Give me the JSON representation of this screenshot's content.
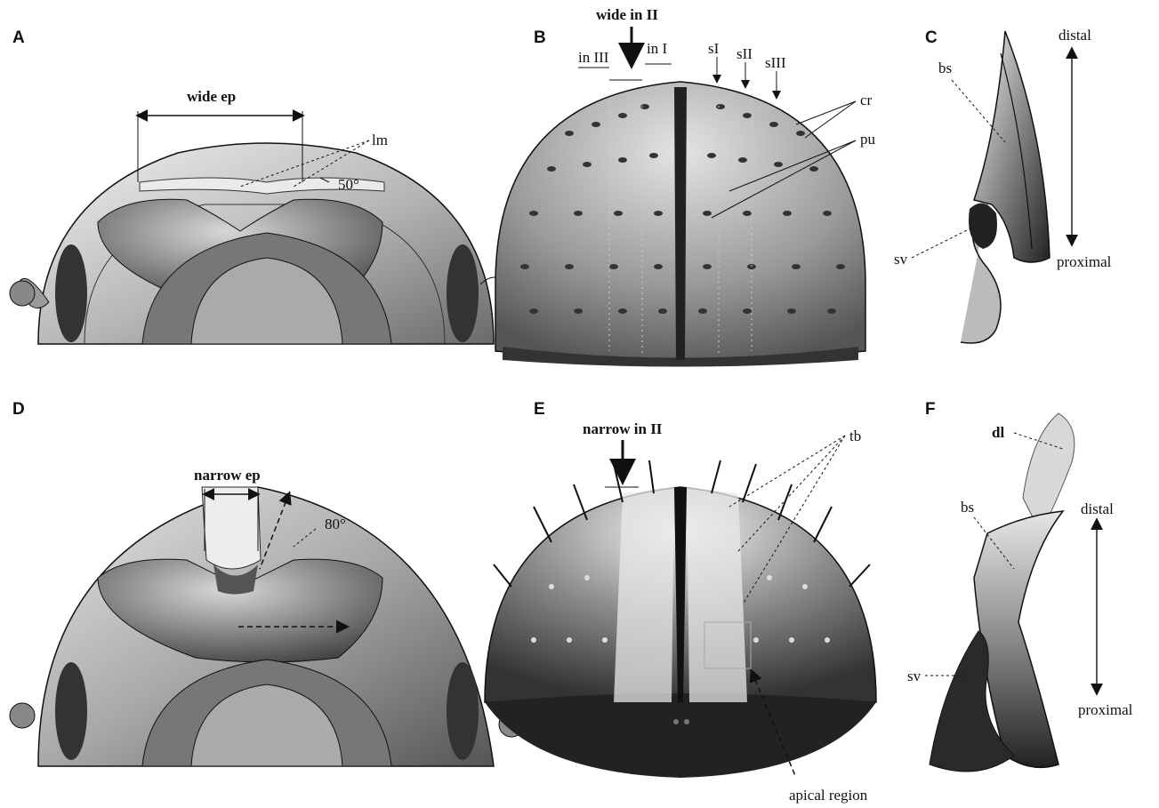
{
  "panels": {
    "A": {
      "letter": "A",
      "measure_label": "wide ep",
      "callout_lm": "lm",
      "angle": "50°"
    },
    "B": {
      "letter": "B",
      "top_label": "wide in II",
      "in_III": "in III",
      "in_I": "in I",
      "sI": "sI",
      "sII": "sII",
      "sIII": "sIII",
      "cr": "cr",
      "pu": "pu"
    },
    "C": {
      "letter": "C",
      "bs": "bs",
      "sv": "sv",
      "distal": "distal",
      "proximal": "proximal"
    },
    "D": {
      "letter": "D",
      "measure_label": "narrow ep",
      "angle": "80°"
    },
    "E": {
      "letter": "E",
      "top_label": "narrow in II",
      "tb": "tb",
      "apical": "apical region"
    },
    "F": {
      "letter": "F",
      "dl": "dl",
      "bs": "bs",
      "sv": "sv",
      "distal": "distal",
      "proximal": "proximal"
    }
  }
}
